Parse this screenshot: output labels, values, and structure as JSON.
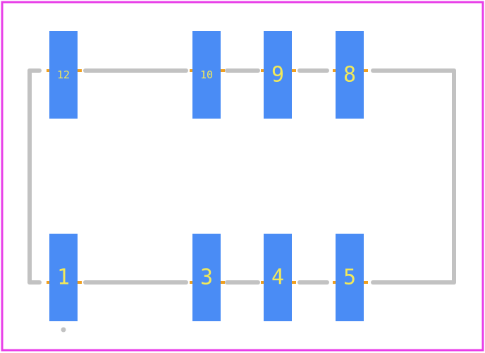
{
  "colors": {
    "background": "#ffffff",
    "board_outline": "#e83ee8",
    "pad": "#4a8cf5",
    "pad_label": "#f2e95a",
    "body_outline": "#c2c2c2",
    "lead": "#f0a020",
    "pin1_marker": "#c2c2c2"
  },
  "pads": {
    "top": [
      {
        "label": "12"
      },
      {
        "label": "10"
      },
      {
        "label": "9"
      },
      {
        "label": "8"
      }
    ],
    "bottom": [
      {
        "label": "1"
      },
      {
        "label": "3"
      },
      {
        "label": "4"
      },
      {
        "label": "5"
      }
    ]
  },
  "pin1_marker": "dot"
}
